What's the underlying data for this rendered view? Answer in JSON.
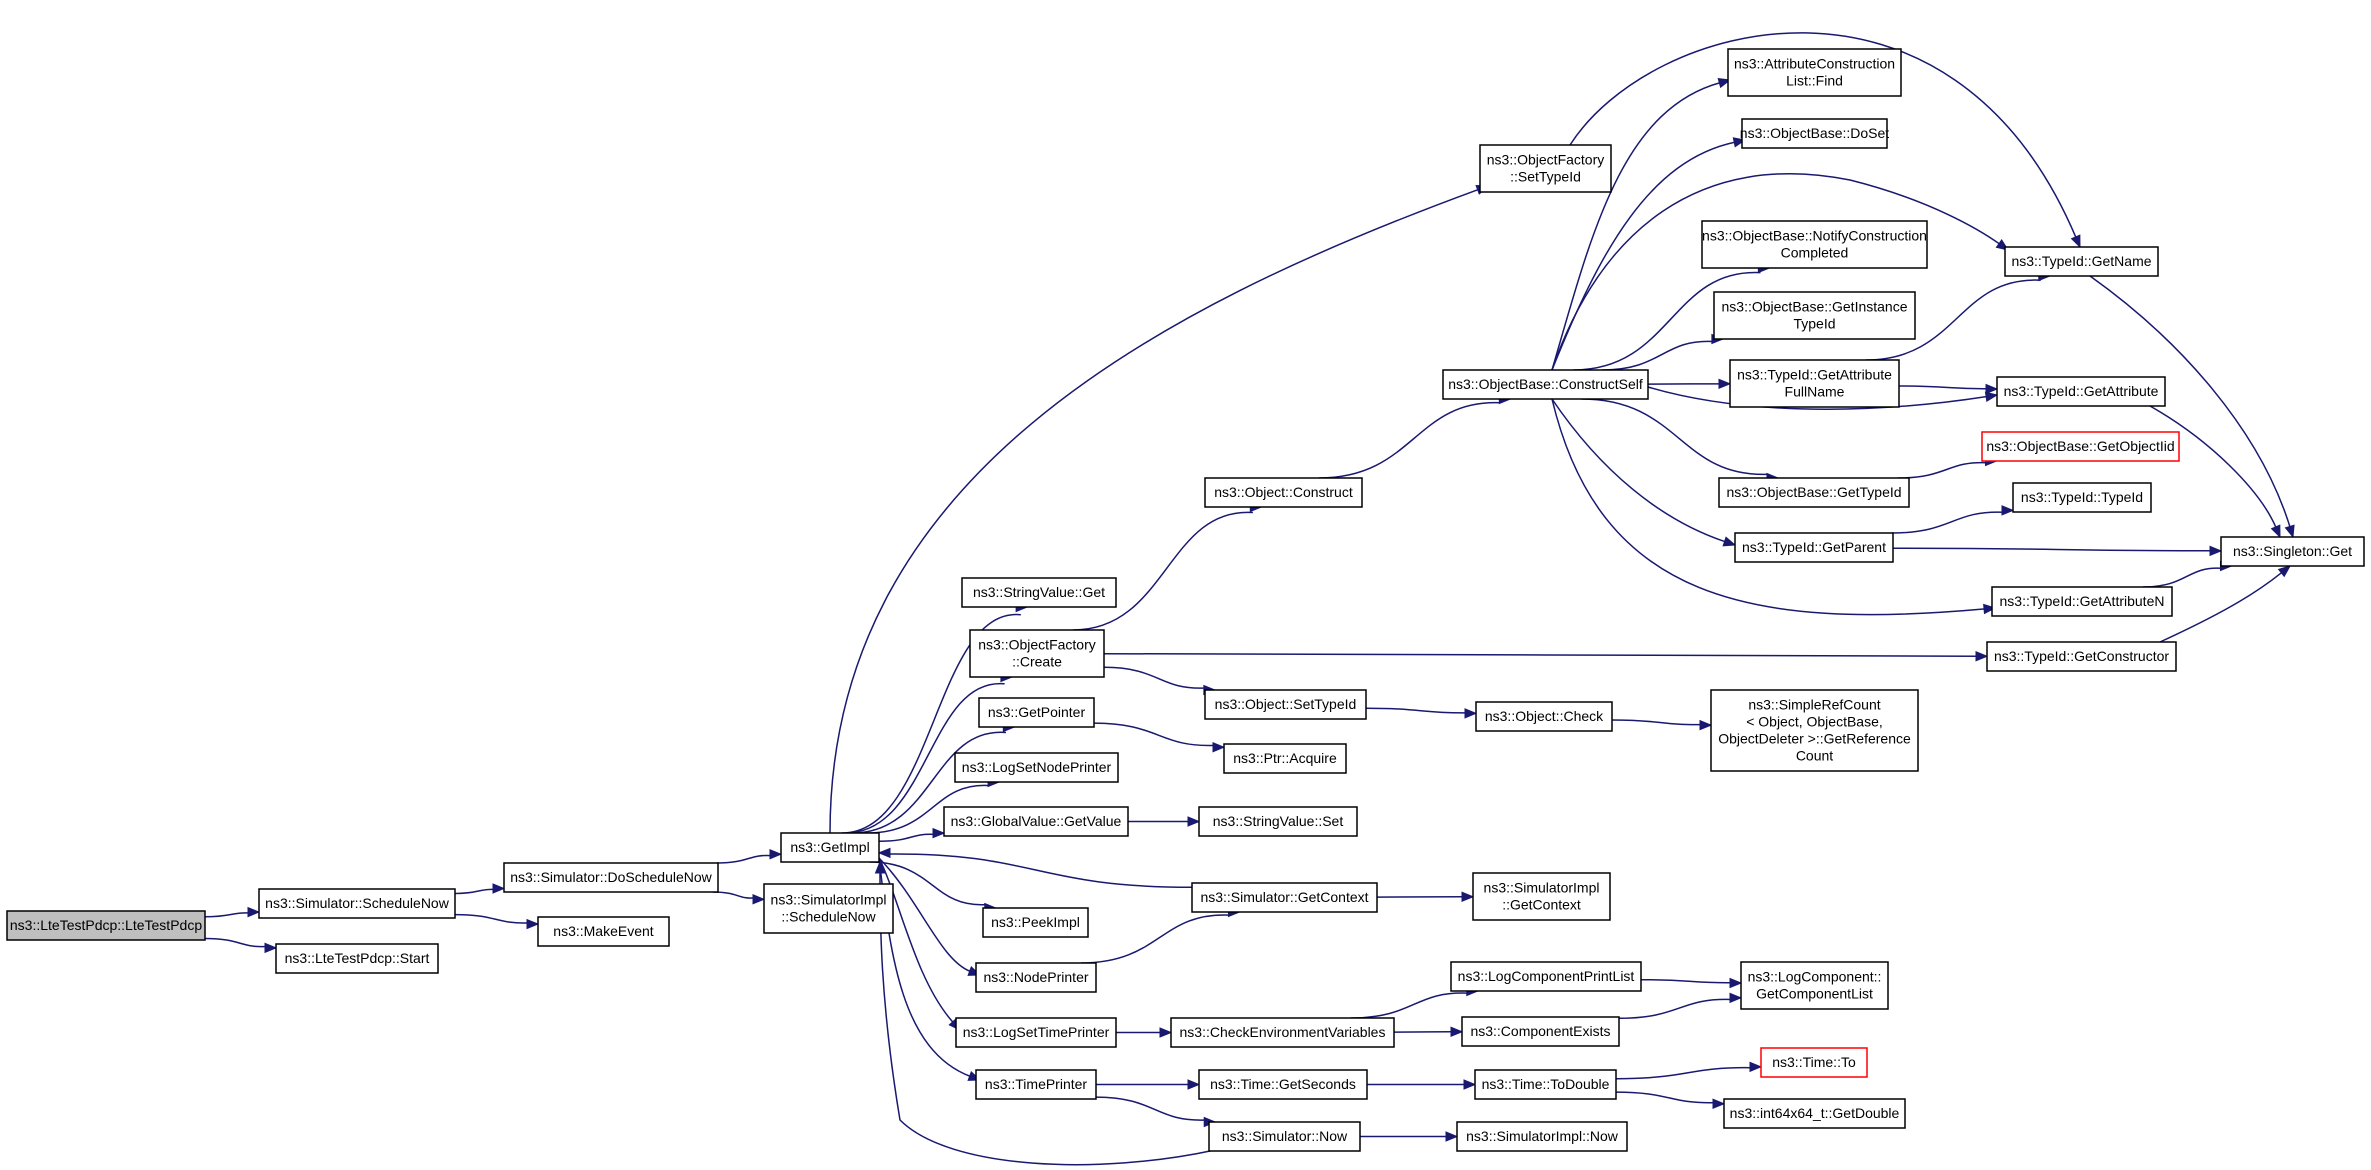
{
  "graph": {
    "colors": {
      "edge": "#191970",
      "node_border": "#000000",
      "root_fill": "#bfbfbf",
      "missing_border": "#ff0000",
      "background": "#ffffff"
    },
    "nodes": [
      {
        "id": "root",
        "lines": [
          "ns3::LteTestPdcp::LteTestPdcp"
        ],
        "style": "root"
      },
      {
        "id": "schedNow",
        "lines": [
          "ns3::Simulator::ScheduleNow"
        ]
      },
      {
        "id": "start",
        "lines": [
          "ns3::LteTestPdcp::Start"
        ]
      },
      {
        "id": "doSchedNow",
        "lines": [
          "ns3::Simulator::DoScheduleNow"
        ]
      },
      {
        "id": "makeEvent",
        "lines": [
          "ns3::MakeEvent"
        ]
      },
      {
        "id": "getImpl",
        "lines": [
          "ns3::GetImpl"
        ]
      },
      {
        "id": "simImplSched",
        "lines": [
          "ns3::SimulatorImpl",
          "::ScheduleNow"
        ]
      },
      {
        "id": "strValGet",
        "lines": [
          "ns3::StringValue::Get"
        ]
      },
      {
        "id": "ofCreate",
        "lines": [
          "ns3::ObjectFactory",
          "::Create"
        ]
      },
      {
        "id": "getPointer",
        "lines": [
          "ns3::GetPointer"
        ]
      },
      {
        "id": "logSetNode",
        "lines": [
          "ns3::LogSetNodePrinter"
        ]
      },
      {
        "id": "gvGetValue",
        "lines": [
          "ns3::GlobalValue::GetValue"
        ]
      },
      {
        "id": "peekImpl",
        "lines": [
          "ns3::PeekImpl"
        ]
      },
      {
        "id": "nodePrinter",
        "lines": [
          "ns3::NodePrinter"
        ]
      },
      {
        "id": "logSetTime",
        "lines": [
          "ns3::LogSetTimePrinter"
        ]
      },
      {
        "id": "timePrinter",
        "lines": [
          "ns3::TimePrinter"
        ]
      },
      {
        "id": "ofSetTypeId",
        "lines": [
          "ns3::ObjectFactory",
          "::SetTypeId"
        ]
      },
      {
        "id": "objConstruct",
        "lines": [
          "ns3::Object::Construct"
        ]
      },
      {
        "id": "objSetTypeId",
        "lines": [
          "ns3::Object::SetTypeId"
        ]
      },
      {
        "id": "ptrAcquire",
        "lines": [
          "ns3::Ptr::Acquire"
        ]
      },
      {
        "id": "strValSet",
        "lines": [
          "ns3::StringValue::Set"
        ]
      },
      {
        "id": "simGetContext",
        "lines": [
          "ns3::Simulator::GetContext"
        ]
      },
      {
        "id": "checkEnv",
        "lines": [
          "ns3::CheckEnvironmentVariables"
        ]
      },
      {
        "id": "timeGetSec",
        "lines": [
          "ns3::Time::GetSeconds"
        ]
      },
      {
        "id": "simNow",
        "lines": [
          "ns3::Simulator::Now"
        ]
      },
      {
        "id": "obConstructSelf",
        "lines": [
          "ns3::ObjectBase::ConstructSelf"
        ]
      },
      {
        "id": "objCheck",
        "lines": [
          "ns3::Object::Check"
        ]
      },
      {
        "id": "simImplGetCtx",
        "lines": [
          "ns3::SimulatorImpl",
          "::GetContext"
        ]
      },
      {
        "id": "logCompPrintList",
        "lines": [
          "ns3::LogComponentPrintList"
        ]
      },
      {
        "id": "compExists",
        "lines": [
          "ns3::ComponentExists"
        ]
      },
      {
        "id": "timeToDouble",
        "lines": [
          "ns3::Time::ToDouble"
        ]
      },
      {
        "id": "simImplNow",
        "lines": [
          "ns3::SimulatorImpl::Now"
        ]
      },
      {
        "id": "attrConstFind",
        "lines": [
          "ns3::AttributeConstruction",
          "List::Find"
        ]
      },
      {
        "id": "obDoSet",
        "lines": [
          "ns3::ObjectBase::DoSet"
        ]
      },
      {
        "id": "obNotify",
        "lines": [
          "ns3::ObjectBase::NotifyConstruction",
          "Completed"
        ]
      },
      {
        "id": "obGetInstTid",
        "lines": [
          "ns3::ObjectBase::GetInstance",
          "TypeId"
        ]
      },
      {
        "id": "tidGetAttrFull",
        "lines": [
          "ns3::TypeId::GetAttribute",
          "FullName"
        ]
      },
      {
        "id": "obGetTypeId",
        "lines": [
          "ns3::ObjectBase::GetTypeId"
        ]
      },
      {
        "id": "tidGetParent",
        "lines": [
          "ns3::TypeId::GetParent"
        ]
      },
      {
        "id": "simpleRefCount",
        "lines": [
          "ns3::SimpleRefCount",
          "< Object, ObjectBase,",
          "ObjectDeleter >::GetReference",
          "Count"
        ]
      },
      {
        "id": "logCompGetList",
        "lines": [
          "ns3::LogComponent::",
          "GetComponentList"
        ]
      },
      {
        "id": "timeTo",
        "lines": [
          "ns3::Time::To"
        ],
        "style": "missing"
      },
      {
        "id": "int64GetDouble",
        "lines": [
          "ns3::int64x64_t::GetDouble"
        ]
      },
      {
        "id": "tidGetName",
        "lines": [
          "ns3::TypeId::GetName"
        ]
      },
      {
        "id": "tidGetAttr",
        "lines": [
          "ns3::TypeId::GetAttribute"
        ]
      },
      {
        "id": "obGetObjectIid",
        "lines": [
          "ns3::ObjectBase::GetObjectIid"
        ],
        "style": "missing"
      },
      {
        "id": "tidTypeId",
        "lines": [
          "ns3::TypeId::TypeId"
        ]
      },
      {
        "id": "tidGetAttrN",
        "lines": [
          "ns3::TypeId::GetAttributeN"
        ]
      },
      {
        "id": "tidGetCtor",
        "lines": [
          "ns3::TypeId::GetConstructor"
        ]
      },
      {
        "id": "singletonGet",
        "lines": [
          "ns3::Singleton::Get"
        ]
      }
    ],
    "edges": [
      {
        "from": "root",
        "to": "schedNow"
      },
      {
        "from": "root",
        "to": "start"
      },
      {
        "from": "schedNow",
        "to": "doSchedNow"
      },
      {
        "from": "schedNow",
        "to": "makeEvent"
      },
      {
        "from": "doSchedNow",
        "to": "getImpl"
      },
      {
        "from": "doSchedNow",
        "to": "simImplSched"
      },
      {
        "from": "getImpl",
        "to": "ofSetTypeId"
      },
      {
        "from": "getImpl",
        "to": "strValGet"
      },
      {
        "from": "getImpl",
        "to": "ofCreate"
      },
      {
        "from": "getImpl",
        "to": "getPointer"
      },
      {
        "from": "getImpl",
        "to": "logSetNode"
      },
      {
        "from": "getImpl",
        "to": "gvGetValue"
      },
      {
        "from": "getImpl",
        "to": "peekImpl"
      },
      {
        "from": "getImpl",
        "to": "nodePrinter"
      },
      {
        "from": "getImpl",
        "to": "logSetTime"
      },
      {
        "from": "getImpl",
        "to": "timePrinter"
      },
      {
        "from": "simGetContext",
        "to": "getImpl"
      },
      {
        "from": "simNow",
        "to": "getImpl"
      },
      {
        "from": "ofSetTypeId",
        "to": "tidGetName"
      },
      {
        "from": "ofCreate",
        "to": "objConstruct"
      },
      {
        "from": "ofCreate",
        "to": "objSetTypeId"
      },
      {
        "from": "ofCreate",
        "to": "tidGetCtor"
      },
      {
        "from": "getPointer",
        "to": "ptrAcquire"
      },
      {
        "from": "gvGetValue",
        "to": "strValSet"
      },
      {
        "from": "nodePrinter",
        "to": "simGetContext"
      },
      {
        "from": "logSetTime",
        "to": "checkEnv"
      },
      {
        "from": "timePrinter",
        "to": "timeGetSec"
      },
      {
        "from": "timePrinter",
        "to": "simNow"
      },
      {
        "from": "objConstruct",
        "to": "obConstructSelf"
      },
      {
        "from": "objSetTypeId",
        "to": "objCheck"
      },
      {
        "from": "simGetContext",
        "to": "simImplGetCtx"
      },
      {
        "from": "checkEnv",
        "to": "logCompPrintList"
      },
      {
        "from": "checkEnv",
        "to": "compExists"
      },
      {
        "from": "timeGetSec",
        "to": "timeToDouble"
      },
      {
        "from": "simNow",
        "to": "simImplNow"
      },
      {
        "from": "obConstructSelf",
        "to": "attrConstFind"
      },
      {
        "from": "obConstructSelf",
        "to": "obDoSet"
      },
      {
        "from": "obConstructSelf",
        "to": "tidGetName"
      },
      {
        "from": "obConstructSelf",
        "to": "obNotify"
      },
      {
        "from": "obConstructSelf",
        "to": "obGetInstTid"
      },
      {
        "from": "obConstructSelf",
        "to": "tidGetAttrFull"
      },
      {
        "from": "obConstructSelf",
        "to": "tidGetAttr"
      },
      {
        "from": "obConstructSelf",
        "to": "obGetTypeId"
      },
      {
        "from": "obConstructSelf",
        "to": "tidGetParent"
      },
      {
        "from": "obConstructSelf",
        "to": "tidGetAttrN"
      },
      {
        "from": "objCheck",
        "to": "simpleRefCount"
      },
      {
        "from": "logCompPrintList",
        "to": "logCompGetList"
      },
      {
        "from": "compExists",
        "to": "logCompGetList"
      },
      {
        "from": "timeToDouble",
        "to": "timeTo"
      },
      {
        "from": "timeToDouble",
        "to": "int64GetDouble"
      },
      {
        "from": "tidGetAttrFull",
        "to": "tidGetName"
      },
      {
        "from": "tidGetAttrFull",
        "to": "tidGetAttr"
      },
      {
        "from": "obGetTypeId",
        "to": "obGetObjectIid"
      },
      {
        "from": "tidGetParent",
        "to": "tidTypeId"
      },
      {
        "from": "tidGetParent",
        "to": "singletonGet"
      },
      {
        "from": "tidGetName",
        "to": "singletonGet"
      },
      {
        "from": "tidGetAttr",
        "to": "singletonGet"
      },
      {
        "from": "tidGetAttrN",
        "to": "singletonGet"
      },
      {
        "from": "tidGetCtor",
        "to": "singletonGet"
      }
    ]
  }
}
